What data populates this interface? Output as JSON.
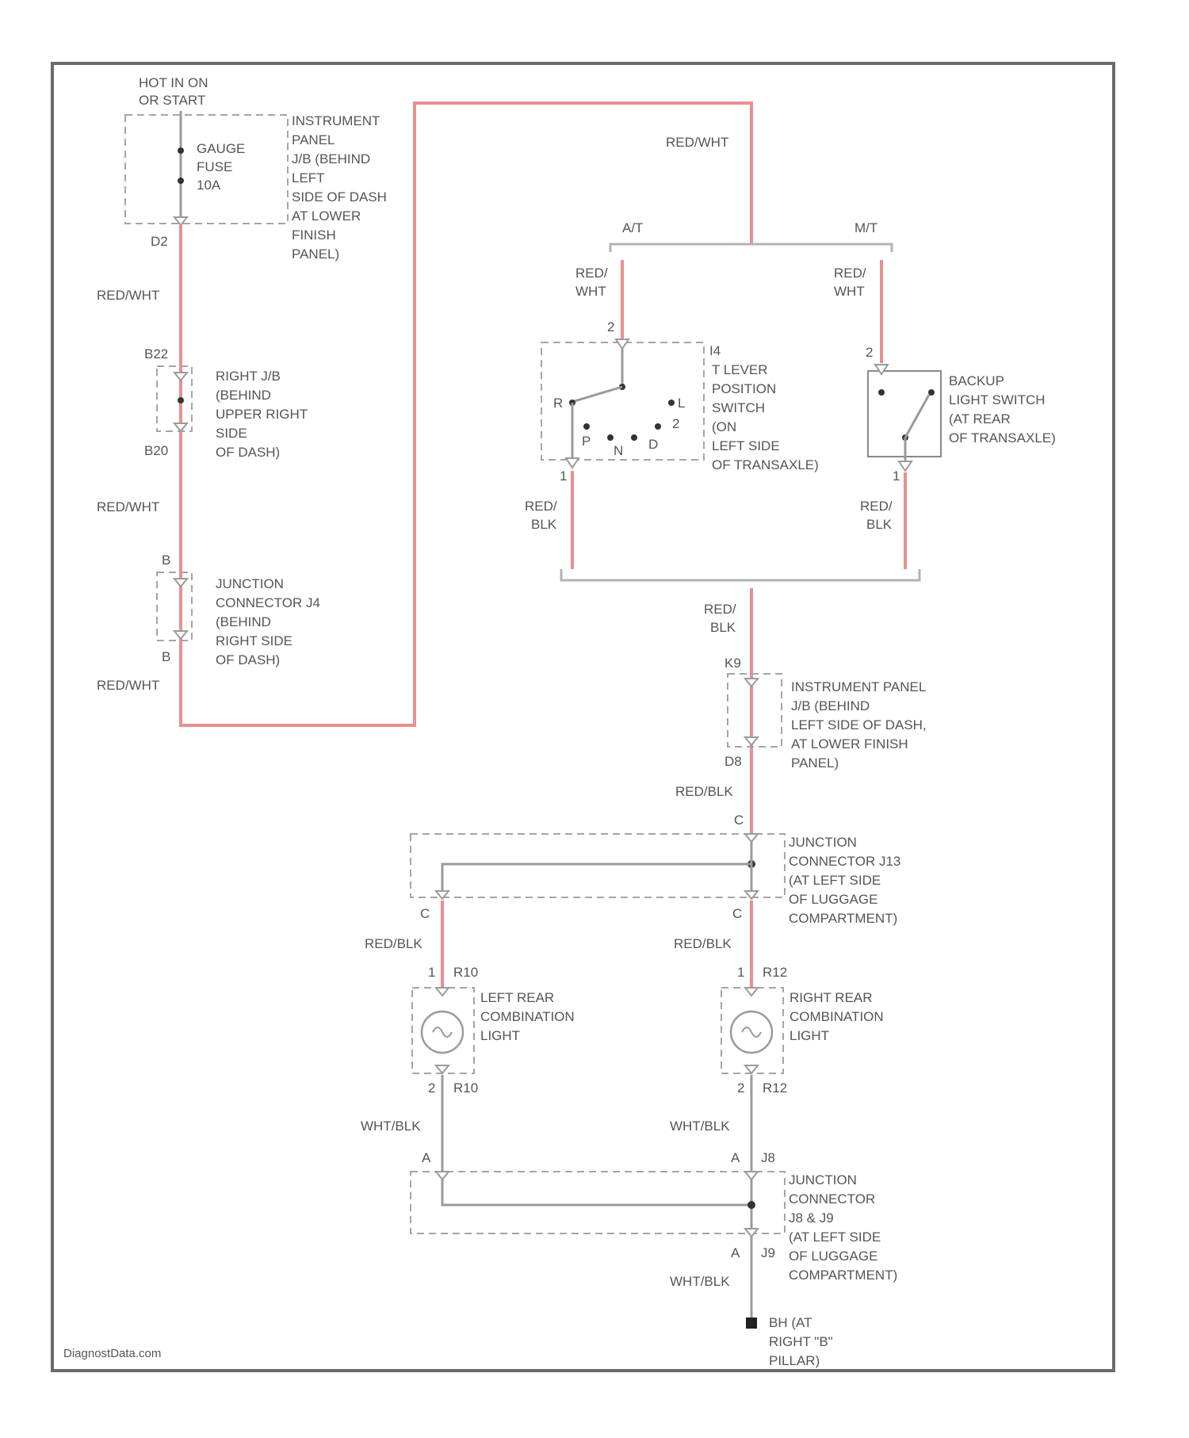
{
  "power": {
    "line1": "HOT IN ON",
    "line2": "OR START"
  },
  "fuse": {
    "l1": "GAUGE",
    "l2": "FUSE",
    "l3": "10A",
    "pin": "D2"
  },
  "ip_jb_top": [
    "INSTRUMENT",
    "PANEL",
    "J/B (BEHIND",
    "LEFT",
    "SIDE OF DASH",
    "AT LOWER",
    "FINISH",
    "PANEL)"
  ],
  "wires": {
    "red_wht": "RED/WHT",
    "red": "RED/",
    "wht": "WHT",
    "blk": "BLK",
    "red_blk": "RED/BLK",
    "wht_blk": "WHT/BLK"
  },
  "right_jb": {
    "pin_top": "B22",
    "pin_bot": "B20",
    "lines": [
      "RIGHT J/B",
      "(BEHIND",
      "UPPER RIGHT",
      "SIDE",
      "OF DASH)"
    ]
  },
  "jct_j4": {
    "pin_top": "B",
    "pin_bot": "B",
    "lines": [
      "JUNCTION",
      "CONNECTOR J4",
      "(BEHIND",
      "RIGHT SIDE",
      "OF DASH)"
    ]
  },
  "branches": {
    "at": "A/T",
    "mt": "M/T"
  },
  "lever_switch": {
    "pin_top": "2",
    "pin_bot": "1",
    "id": "I4",
    "positions": [
      "P",
      "R",
      "N",
      "D",
      "2",
      "L"
    ],
    "lines": [
      "T LEVER",
      "POSITION",
      "SWITCH",
      "(ON",
      "LEFT SIDE",
      "OF TRANSAXLE)"
    ]
  },
  "backup_switch": {
    "pin_top": "2",
    "pin_bot": "1",
    "lines": [
      "BACKUP",
      "LIGHT SWITCH",
      "(AT REAR",
      "OF TRANSAXLE)"
    ]
  },
  "ip_jb_bottom": {
    "pin_top": "K9",
    "pin_bot": "D8",
    "lines": [
      "INSTRUMENT PANEL",
      "J/B (BEHIND",
      "LEFT SIDE OF DASH,",
      "AT LOWER FINISH",
      "PANEL)"
    ]
  },
  "jct_j13": {
    "pin_top": "C",
    "pin_left": "C",
    "pin_right": "C",
    "lines": [
      "JUNCTION",
      "CONNECTOR J13",
      "(AT LEFT SIDE",
      "OF LUGGAGE",
      "COMPARTMENT)"
    ]
  },
  "left_rear": {
    "conn_top": "R10",
    "pin_top": "1",
    "conn_bot": "R10",
    "pin_bot": "2",
    "lines": [
      "LEFT REAR",
      "COMBINATION",
      "LIGHT"
    ]
  },
  "right_rear": {
    "conn_top": "R12",
    "pin_top": "1",
    "conn_bot": "R12",
    "pin_bot": "2",
    "lines": [
      "RIGHT REAR",
      "COMBINATION",
      "LIGHT"
    ]
  },
  "jct_j8": {
    "pin_left": "A",
    "pin_right": "A",
    "id_top": "J8",
    "pin_bot": "A",
    "id_bot": "J9",
    "lines": [
      "JUNCTION",
      "CONNECTOR",
      "J8 & J9",
      "(AT LEFT SIDE",
      "OF LUGGAGE",
      "COMPARTMENT)"
    ]
  },
  "ground": {
    "lines": [
      "BH (AT",
      "RIGHT \"B\"",
      "PILLAR)"
    ]
  },
  "footer": "DiagnostData.com"
}
